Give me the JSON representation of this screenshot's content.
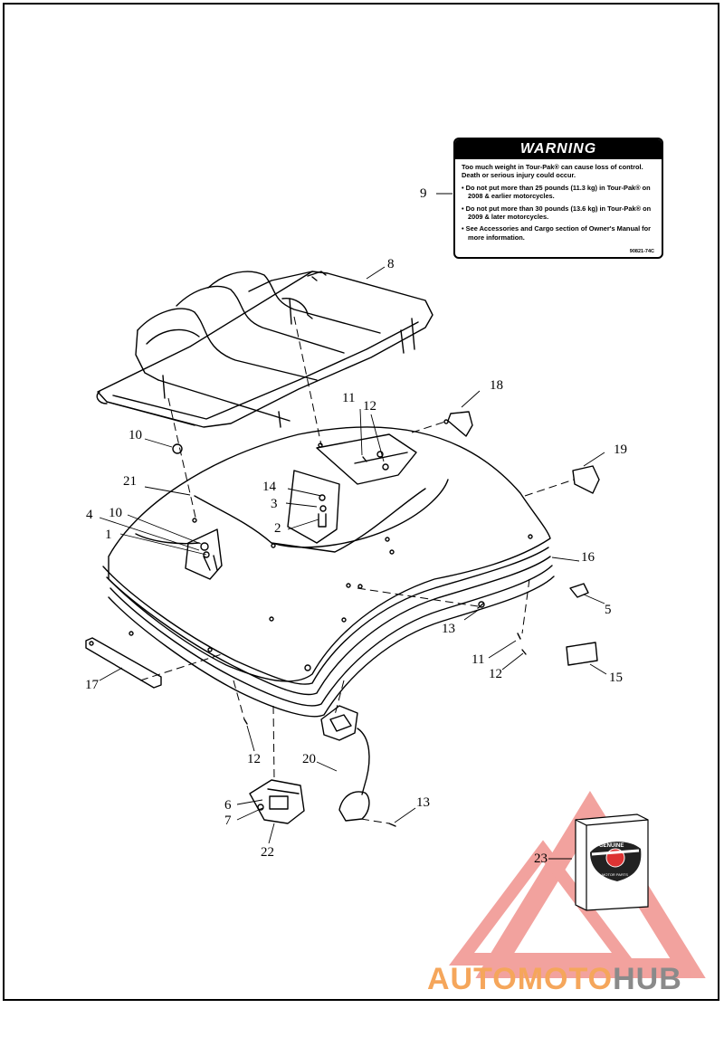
{
  "warning_label": {
    "header": "WARNING",
    "intro": "Too much weight in Tour-Pak® can cause loss of control. Death or serious injury could occur.",
    "bullets": [
      "Do not put more than 25 pounds (11.3 kg) in Tour-Pak® on 2008 & earlier motorcycles.",
      "Do not put more than 30 pounds (13.6 kg) in Tour-Pak® on 2009 & later motorcycles.",
      "See Accessories and Cargo section of Owner's Manual for more information."
    ],
    "code": "90821-74C"
  },
  "callouts": {
    "c1": "1",
    "c2": "2",
    "c3": "3",
    "c4": "4",
    "c5": "5",
    "c6": "6",
    "c7": "7",
    "c8": "8",
    "c9": "9",
    "c10a": "10",
    "c10b": "10",
    "c11a": "11",
    "c11b": "11",
    "c12a": "12",
    "c12b": "12",
    "c12c": "12",
    "c13a": "13",
    "c13b": "13",
    "c14": "14",
    "c15": "15",
    "c16": "16",
    "c17": "17",
    "c18": "18",
    "c19": "19",
    "c20": "20",
    "c21": "21",
    "c22": "22",
    "c23": "23"
  },
  "watermark": {
    "part1": "AUTO",
    "part2": "MOTO",
    "part3": "HUB"
  },
  "parts_box": {
    "badge_text": "GENUINE",
    "badge_sub": "MOTOR PARTS"
  },
  "colors": {
    "watermark_red": "#e8574f",
    "watermark_orange": "#f5a65b",
    "watermark_gray": "#8a8a8a"
  }
}
